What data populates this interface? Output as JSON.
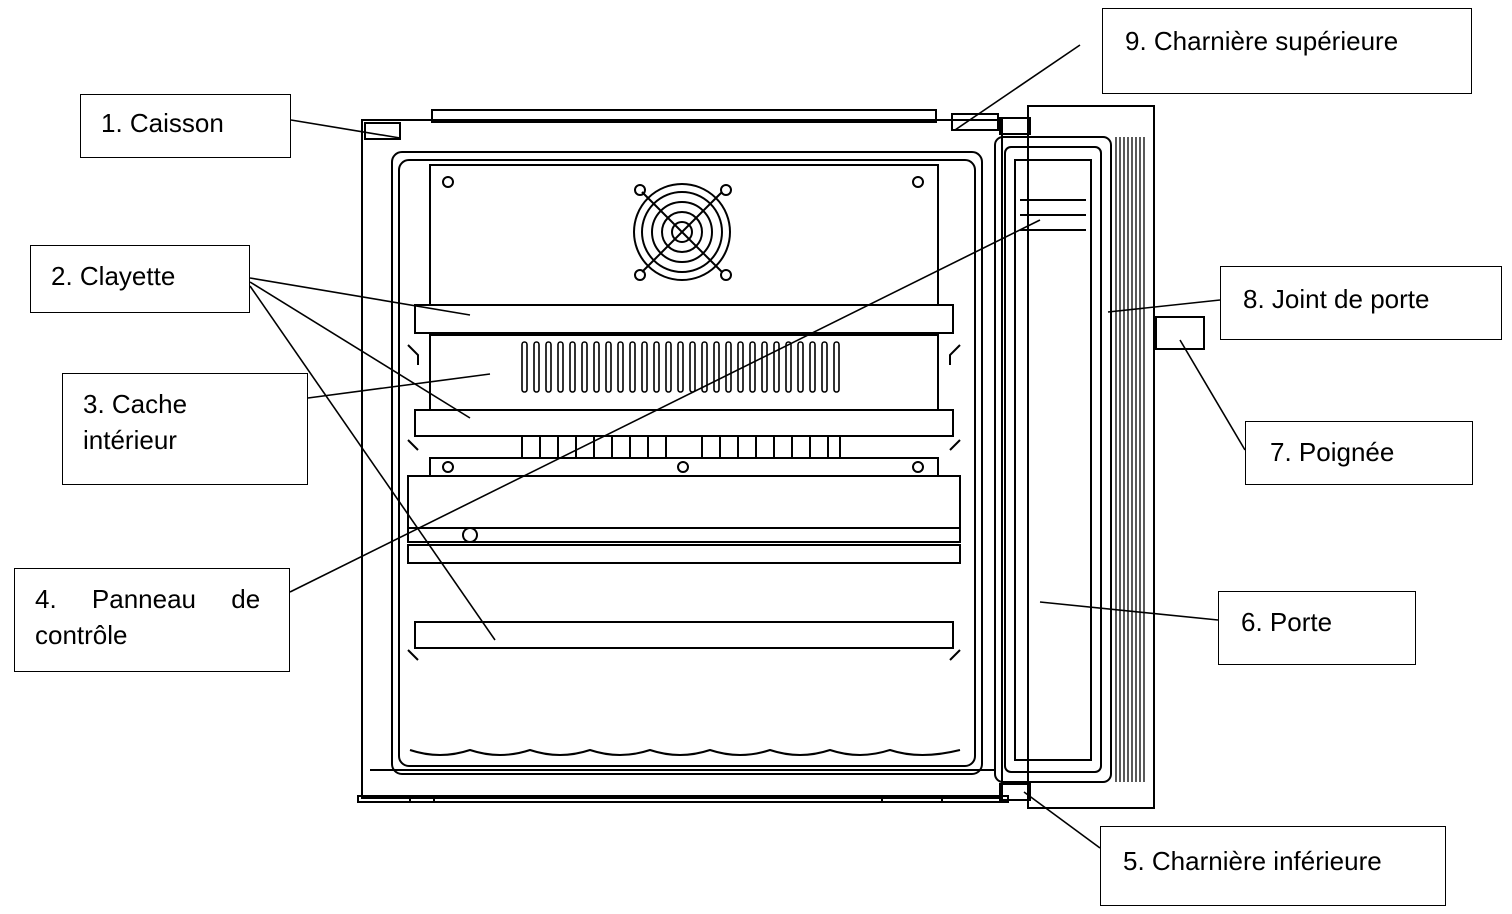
{
  "labels": {
    "caisson": "1. Caisson",
    "clayette": "2. Clayette",
    "cache_line1": "3. Cache",
    "cache_line2": "intérieur",
    "panneau_line1": "4. Panneau de",
    "panneau_line2": "contrôle",
    "charniere_inf": "5. Charnière inférieure",
    "porte": "6. Porte",
    "poignee": "7. Poignée",
    "joint": "8. Joint de porte",
    "charniere_sup": "9. Charnière supérieure"
  }
}
